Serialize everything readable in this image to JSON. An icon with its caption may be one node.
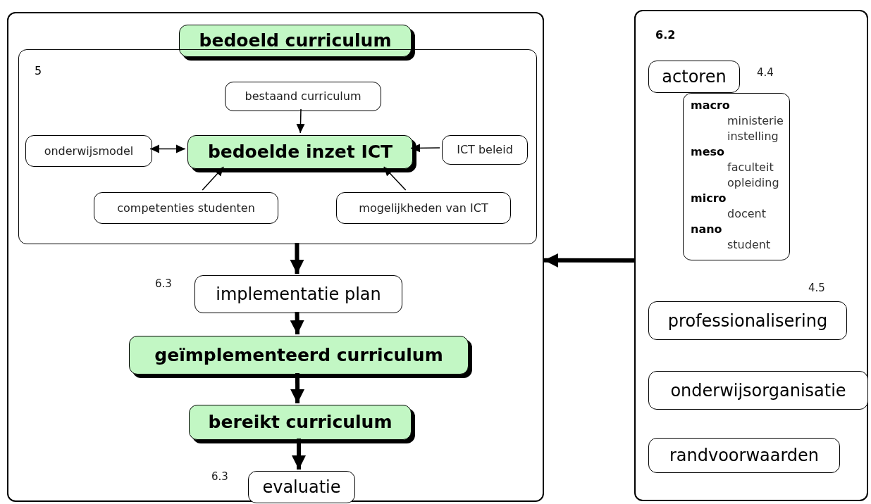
{
  "diagram": {
    "nodes": [
      {
        "text": [],
        "shape": "box"
      },
      {
        "text": [
          "bedoeld curriculum"
        ],
        "in": 0
      },
      {
        "text": [
          "5"
        ],
        "in": 0
      },
      {
        "text": [
          "bestaand curriculum"
        ],
        "in": 2
      },
      {
        "text": [
          "onderwijsmodel"
        ],
        "in": 2
      },
      {
        "text": [
          "bedoelde inzet ICT"
        ],
        "in": 2
      },
      {
        "text": [
          "ICT beleid"
        ],
        "in": 2
      },
      {
        "text": [
          "competenties studenten"
        ],
        "in": 2
      },
      {
        "text": [
          "mogelijkheden van ICT"
        ],
        "in": 2
      },
      {
        "text": [
          "implementatie plan"
        ],
        "in": 0,
        "beside": [
          "6.3"
        ]
      },
      {
        "text": [
          "geïmplementeerd curriculum"
        ],
        "in": 0
      },
      {
        "text": [
          "bereikt curriculum"
        ],
        "in": 0
      },
      {
        "text": [
          "evaluatie"
        ],
        "in": 0,
        "beside": [
          "6.3"
        ]
      },
      {
        "text": [
          "6.2"
        ]
      },
      {
        "text": [
          "actoren"
        ],
        "in": 13,
        "beside": [
          "4.4"
        ]
      },
      {
        "text": [
          "macro",
          "ministerie",
          "instelling",
          "meso",
          "faculteit",
          "opleiding",
          "micro",
          "docent",
          "nano",
          "student"
        ],
        "in": 13
      },
      {
        "text": [
          "professionalisering"
        ],
        "in": 13,
        "beside": [
          "4.5"
        ]
      },
      {
        "text": [
          "onderwijsorganisatie"
        ],
        "in": 13
      },
      {
        "text": [
          "randvoorwaarden"
        ],
        "in": 13
      }
    ],
    "edges": [
      {
        "from": 3,
        "to": 5,
        "arrow": "to"
      },
      {
        "from": 4,
        "to": 5,
        "arrow": "both"
      },
      {
        "from": 6,
        "to": 5,
        "arrow": "to"
      },
      {
        "from": 7,
        "to": 5,
        "arrow": "to"
      },
      {
        "from": 8,
        "to": 5,
        "arrow": "to"
      },
      {
        "from": 2,
        "to": 9,
        "arrow": "to",
        "style": "thick"
      },
      {
        "from": 9,
        "to": 10,
        "arrow": "to",
        "style": "thick"
      },
      {
        "from": 10,
        "to": 11,
        "arrow": "to",
        "style": "thick"
      },
      {
        "from": 11,
        "to": 12,
        "arrow": "to",
        "style": "thick"
      },
      {
        "from": 13,
        "to": 0,
        "arrow": "to",
        "style": "thick"
      }
    ]
  }
}
